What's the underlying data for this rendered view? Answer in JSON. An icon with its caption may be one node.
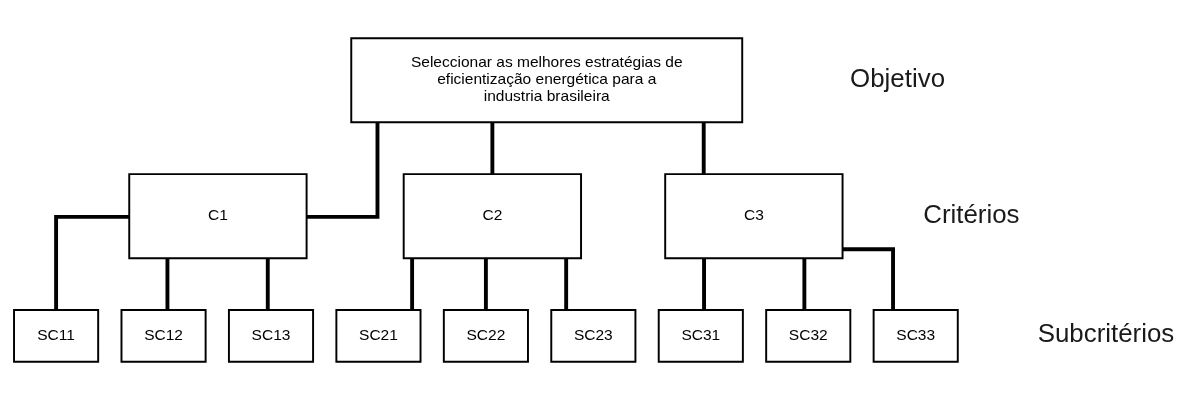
{
  "diagram": {
    "nodes": [
      {
        "text": [
          "Seleccionar as melhores estratégias de eficientização energética para a industria brasileira"
        ]
      },
      {
        "text": [
          "C1"
        ]
      },
      {
        "text": [
          "C2"
        ]
      },
      {
        "text": [
          "C3"
        ]
      },
      {
        "text": [
          "SC11"
        ]
      },
      {
        "text": [
          "SC12"
        ]
      },
      {
        "text": [
          "SC13"
        ]
      },
      {
        "text": [
          "SC21"
        ]
      },
      {
        "text": [
          "SC22"
        ]
      },
      {
        "text": [
          "SC23"
        ]
      },
      {
        "text": [
          "SC31"
        ]
      },
      {
        "text": [
          "SC32"
        ]
      },
      {
        "text": [
          "SC33"
        ]
      }
    ],
    "edges": [
      {
        "from": 0,
        "to": 1,
        "arrow": "none"
      },
      {
        "from": 0,
        "to": 2,
        "arrow": "none"
      },
      {
        "from": 0,
        "to": 3,
        "arrow": "none"
      },
      {
        "from": 1,
        "to": 4,
        "arrow": "none"
      },
      {
        "from": 1,
        "to": 5,
        "arrow": "none"
      },
      {
        "from": 1,
        "to": 6,
        "arrow": "none"
      },
      {
        "from": 2,
        "to": 7,
        "arrow": "none"
      },
      {
        "from": 2,
        "to": 8,
        "arrow": "none"
      },
      {
        "from": 2,
        "to": 9,
        "arrow": "none"
      },
      {
        "from": 3,
        "to": 10,
        "arrow": "none"
      },
      {
        "from": 3,
        "to": 11,
        "arrow": "none"
      },
      {
        "from": 3,
        "to": 12,
        "arrow": "none"
      }
    ],
    "labels": [
      "Objetivo",
      "Critérios",
      "Subcritérios"
    ]
  }
}
